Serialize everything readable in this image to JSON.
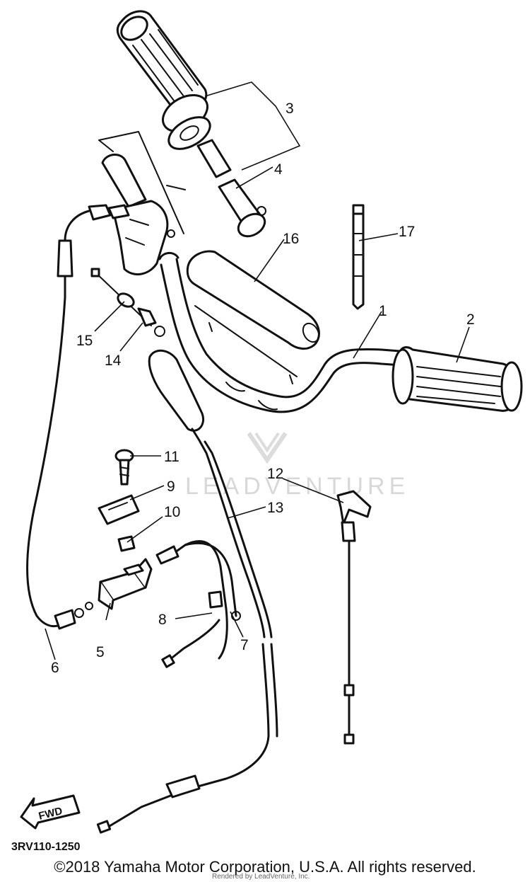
{
  "diagram": {
    "code": "3RV110-1250",
    "fwd_label": "FWD",
    "watermark": "LEADVENTURE",
    "callouts": [
      "1",
      "2",
      "3",
      "4",
      "5",
      "6",
      "7",
      "8",
      "9",
      "10",
      "11",
      "12",
      "13",
      "14",
      "15",
      "16",
      "17"
    ]
  },
  "footer": {
    "copyright": "©2018 Yamaha Motor Corporation, U.S.A. All rights reserved.",
    "rendered_by": "Rendered by LeadVenture, Inc."
  }
}
